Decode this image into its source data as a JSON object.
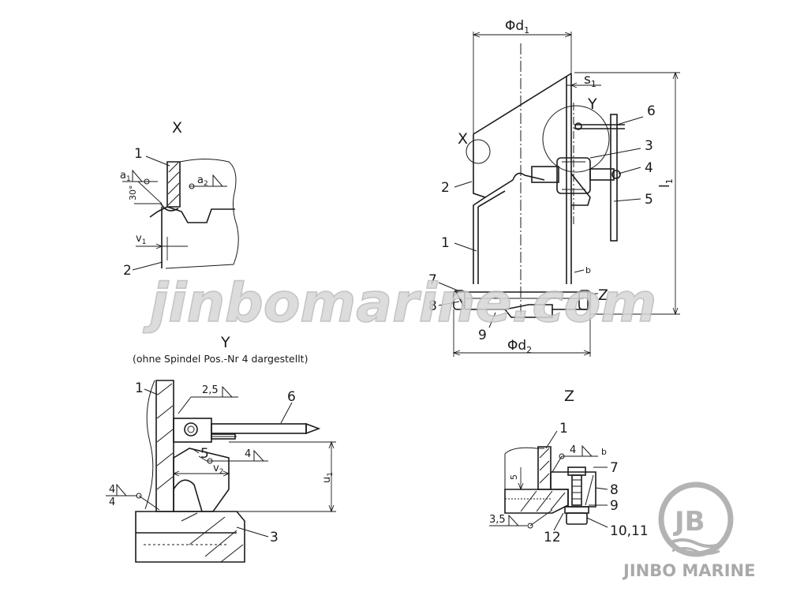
{
  "views": {
    "x": "X",
    "y": "Y",
    "z": "Z"
  },
  "view_y_note": "(ohne Spindel Pos.-Nr 4 dargestellt)",
  "main": {
    "d1": "Φd",
    "d1_sub": "1",
    "d2": "Φd",
    "d2_sub": "2",
    "s1": "s",
    "s1_sub": "1",
    "l1": "l",
    "l1_sub": "1",
    "x_mark": "X",
    "y_mark": "Y",
    "z_mark": "Z",
    "b_mark": "b",
    "callouts": [
      "6",
      "3",
      "4",
      "5",
      "2",
      "1",
      "7",
      "8",
      "9"
    ]
  },
  "detail_x": {
    "callouts": [
      "1",
      "2"
    ],
    "a1": "a",
    "a1_sub": "1",
    "a2": "a",
    "a2_sub": "2",
    "angle": "30°",
    "v1": "v",
    "v1_sub": "1"
  },
  "detail_y": {
    "callouts": [
      "1",
      "6",
      "5",
      "3"
    ],
    "weld_top": "2,5",
    "weld_right": "4",
    "weld_left_top": "4",
    "weld_left_bottom": "4",
    "v2": "v",
    "v2_sub": "2",
    "u1": "u",
    "u1_sub": "1"
  },
  "detail_z": {
    "callouts": [
      "1",
      "7",
      "8",
      "9",
      "10,11",
      "12"
    ],
    "weld_top": "4",
    "weld_bottom": "3,5",
    "dim_5": "5",
    "b_mark": "b"
  },
  "watermark": "jinbomarine.com",
  "brand": {
    "name": "JINBO MARINE",
    "logo_text": "JB"
  }
}
